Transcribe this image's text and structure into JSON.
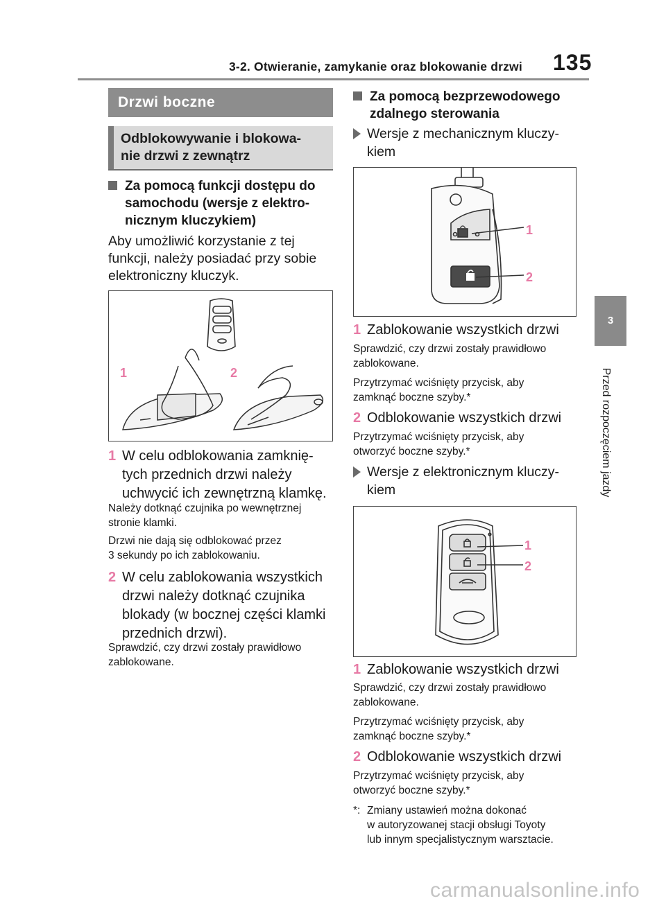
{
  "header": {
    "section_title": "3-2. Otwieranie, zamykanie oraz blokowanie drzwi",
    "page_number": "135"
  },
  "side_tab": {
    "chapter_number": "3",
    "chapter_title": "Przed rozpoczęciem jazdy"
  },
  "left_column": {
    "banner": "Drzwi boczne",
    "subbanner_line1": "Odblokowywanie i blokowa-",
    "subbanner_line2": "nie drzwi z zewnątrz",
    "heading_line1": "Za pomocą funkcji dostępu do",
    "heading_line2": "samochodu (wersje z elektro-",
    "heading_line3": "nicznym kluczykiem)",
    "intro_line1": "Aby umożliwić korzystanie z tej",
    "intro_line2": "funkcji, należy posiadać przy sobie",
    "intro_line3": "elektroniczny kluczyk.",
    "figure_label_1": "1",
    "figure_label_2": "2",
    "step1_number": "1",
    "step1_line1": "W celu odblokowania zamknię-",
    "step1_line2": "tych przednich drzwi należy",
    "step1_line3": "uchwycić ich zewnętrzną klamkę.",
    "step1_note1_line1": "Należy dotknąć czujnika po wewnętrznej",
    "step1_note1_line2": "stronie klamki.",
    "step1_note2_line1": "Drzwi nie dają się odblokować przez",
    "step1_note2_line2": "3 sekundy po ich zablokowaniu.",
    "step2_number": "2",
    "step2_line1": "W celu zablokowania wszystkich",
    "step2_line2": "drzwi należy dotknąć czujnika",
    "step2_line3": "blokady (w bocznej części klamki",
    "step2_line4": "przednich drzwi).",
    "step2_note_line1": "Sprawdzić, czy drzwi zostały prawidłowo",
    "step2_note_line2": "zablokowane."
  },
  "right_column": {
    "heading_line1": "Za pomocą bezprzewodowego",
    "heading_line2": "zdalnego sterowania",
    "version1_line1": "Wersje z mechanicznym kluczy-",
    "version1_line2": "kiem",
    "fig1_label_1": "1",
    "fig1_label_2": "2",
    "v1_item1_number": "1",
    "v1_item1_text": "Zablokowanie wszystkich drzwi",
    "v1_item1_note1_line1": "Sprawdzić, czy drzwi zostały prawidłowo",
    "v1_item1_note1_line2": "zablokowane.",
    "v1_item1_note2_line1": "Przytrzymać wciśnięty przycisk, aby",
    "v1_item1_note2_line2": "zamknąć boczne szyby.*",
    "v1_item2_number": "2",
    "v1_item2_text": "Odblokowanie wszystkich drzwi",
    "v1_item2_note_line1": "Przytrzymać wciśnięty przycisk, aby",
    "v1_item2_note_line2": "otworzyć boczne szyby.*",
    "version2_line1": "Wersje z elektronicznym kluczy-",
    "version2_line2": "kiem",
    "fig2_label_1": "1",
    "fig2_label_2": "2",
    "v2_item1_number": "1",
    "v2_item1_text": "Zablokowanie wszystkich drzwi",
    "v2_item1_note1_line1": "Sprawdzić, czy drzwi zostały prawidłowo",
    "v2_item1_note1_line2": "zablokowane.",
    "v2_item1_note2_line1": "Przytrzymać wciśnięty przycisk, aby",
    "v2_item1_note2_line2": "zamknąć boczne szyby.*",
    "v2_item2_number": "2",
    "v2_item2_text": "Odblokowanie wszystkich drzwi",
    "v2_item2_note_line1": "Przytrzymać wciśnięty przycisk, aby",
    "v2_item2_note_line2": "otworzyć boczne szyby.*",
    "footnote_marker": "*:",
    "footnote_line1": "Zmiany ustawień można dokonać",
    "footnote_line2": "w autoryzowanej stacji obsługi Toyoty",
    "footnote_line3": "lub innym specjalistycznym warsztacie."
  },
  "watermark": "carmanualsonline.info",
  "colors": {
    "accent_pink": "#e77aa5",
    "banner_gray": "#8d8d8d",
    "subbanner_gray": "#d9d9d9",
    "tab_gray": "#8a8a8a"
  }
}
